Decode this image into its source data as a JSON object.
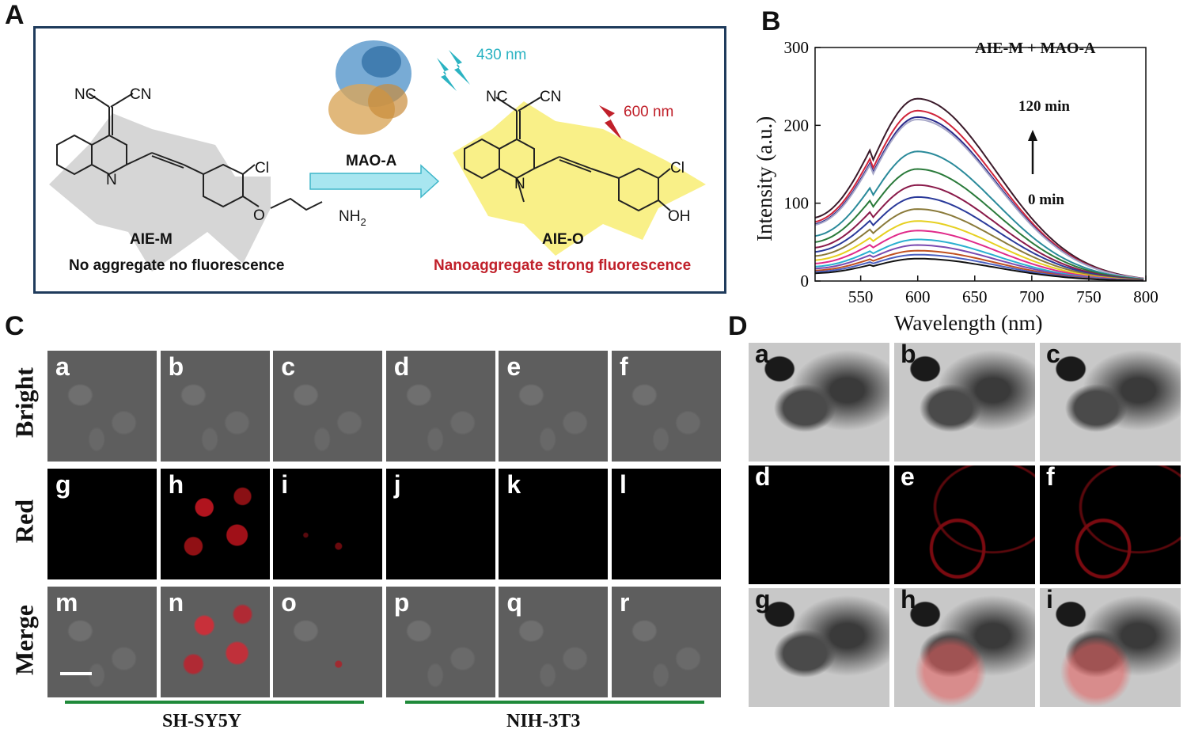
{
  "panels": {
    "a": "A",
    "b": "B",
    "c": "C",
    "d": "D"
  },
  "scheme": {
    "left_molecule": "AIE-M",
    "left_caption": "No aggregate no fluorescence",
    "enzyme": "MAO-A",
    "excitation": "430 nm",
    "emission": "600 nm",
    "right_molecule": "AIE-O",
    "right_caption": "Nanoaggregate strong fluorescence",
    "labels": {
      "nc": "NC",
      "cn": "CN",
      "n": "N",
      "cl": "Cl",
      "o": "O",
      "nh2": "NH",
      "nh2_sub": "2",
      "oh": "OH"
    }
  },
  "chart_data": {
    "type": "line",
    "title": "AIE-M + MAO-A",
    "xlabel": "Wavelength (nm)",
    "ylabel": "Intensity (a.u.)",
    "xlim": [
      510,
      800
    ],
    "ylim": [
      0,
      300
    ],
    "xticks": [
      550,
      600,
      650,
      700,
      750,
      800
    ],
    "yticks": [
      0,
      100,
      200,
      300
    ],
    "annotation_top": "120 min",
    "annotation_bottom": "0 min",
    "grid": false,
    "series": [
      {
        "peak": 228,
        "color": "#3a1a2a"
      },
      {
        "peak": 213,
        "color": "#d0243a"
      },
      {
        "peak": 205,
        "color": "#2a2a8a"
      },
      {
        "peak": 202,
        "color": "#a9a9c9"
      },
      {
        "peak": 162,
        "color": "#2a8a9a"
      },
      {
        "peak": 140,
        "color": "#2a7a3a"
      },
      {
        "peak": 120,
        "color": "#8a1a4a"
      },
      {
        "peak": 105,
        "color": "#2a3a9a"
      },
      {
        "peak": 90,
        "color": "#8a7a3a"
      },
      {
        "peak": 75,
        "color": "#e6d020"
      },
      {
        "peak": 63,
        "color": "#e02a8a"
      },
      {
        "peak": 52,
        "color": "#2ab0d0"
      },
      {
        "peak": 45,
        "color": "#7a4ab0"
      },
      {
        "peak": 38,
        "color": "#c05020"
      },
      {
        "peak": 33,
        "color": "#4a60c0"
      },
      {
        "peak": 28,
        "color": "#111111"
      }
    ]
  },
  "cell_grid": {
    "row_labels": [
      "Bright",
      "Red",
      "Merge"
    ],
    "letters": [
      [
        "a",
        "b",
        "c",
        "d",
        "e",
        "f"
      ],
      [
        "g",
        "h",
        "i",
        "j",
        "k",
        "l"
      ],
      [
        "m",
        "n",
        "o",
        "p",
        "q",
        "r"
      ]
    ],
    "groups": [
      "SH-SY5Y",
      "NIH-3T3"
    ]
  },
  "zebrafish": {
    "letters": [
      [
        "a",
        "b",
        "c"
      ],
      [
        "d",
        "e",
        "f"
      ],
      [
        "g",
        "h",
        "i"
      ]
    ]
  }
}
